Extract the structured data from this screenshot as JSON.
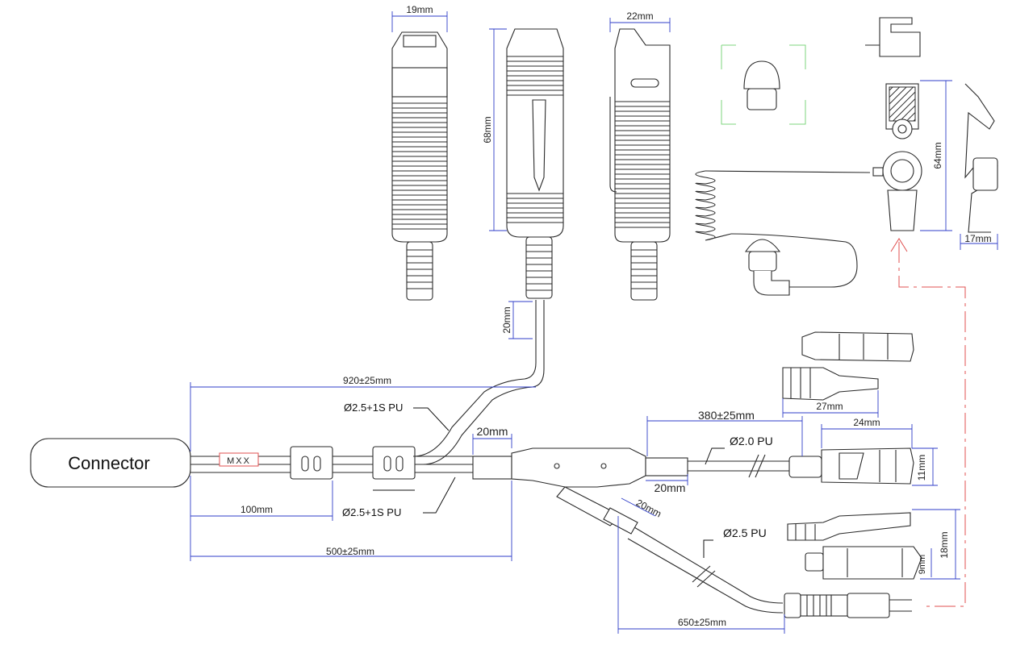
{
  "connector": {
    "label": "Connector"
  },
  "marker": {
    "label": "MXX"
  },
  "dimensions": {
    "d19": "19mm",
    "d22": "22mm",
    "d68": "68mm",
    "d64": "64mm",
    "d17": "17mm",
    "d20_vertical": "20mm",
    "d920": "920±25mm",
    "d100": "100mm",
    "d500": "500±25mm",
    "d20_splitter_top": "20mm",
    "d20_splitter_bottom": "20mm",
    "d20_diagonal": "20mm",
    "d380": "380±25mm",
    "d27": "27mm",
    "d24": "24mm",
    "d11": "11mm",
    "d18": "18mm",
    "d9": "9mm",
    "d650": "650±25mm"
  },
  "cables": {
    "upper_pu": "Ø2.5+1S PU",
    "lower_pu": "Ø2.5+1S PU",
    "ptt_pu": "Ø2.0 PU",
    "plug_pu": "Ø2.5 PU"
  },
  "colors": {
    "dimension": "#2f3ec8",
    "leader": "#e05050",
    "frame": "#7ed67e",
    "ink": "#2a2a2a"
  }
}
